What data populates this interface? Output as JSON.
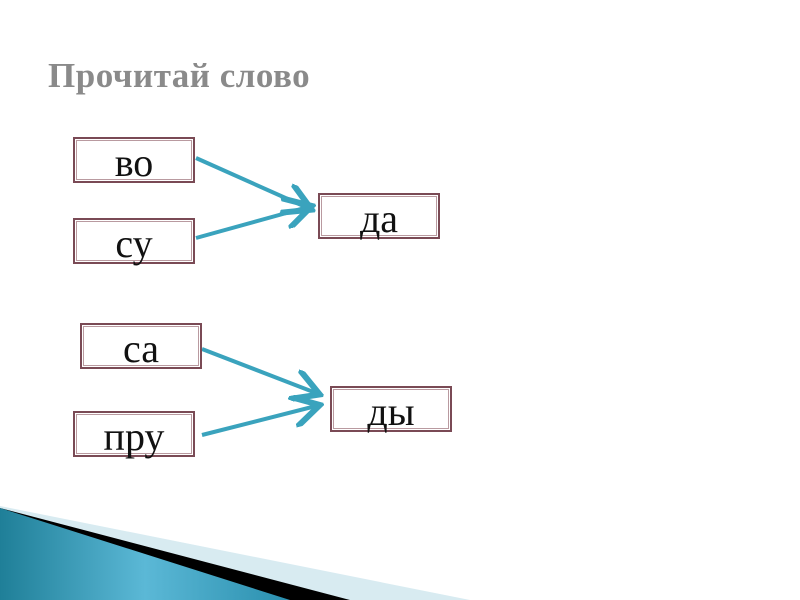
{
  "title": "Прочитай слово",
  "groups": [
    {
      "syllables": [
        "во",
        "су"
      ],
      "target": "да"
    },
    {
      "syllables": [
        "са",
        "пру"
      ],
      "target": "ды"
    }
  ],
  "colors": {
    "arrow": "#3aa3bd",
    "box_border": "#7a4a55",
    "title": "#8a8a8a"
  }
}
